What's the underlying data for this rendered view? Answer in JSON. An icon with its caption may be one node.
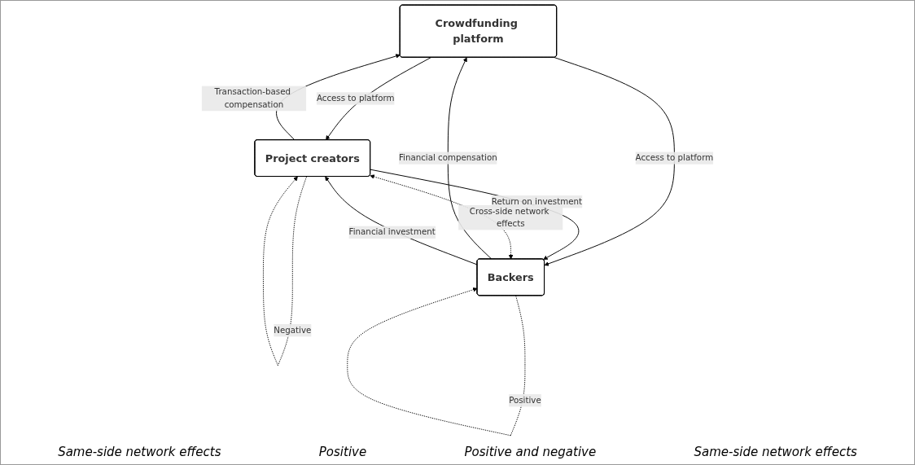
{
  "diagram": {
    "nodes": [
      {
        "text": [
          "Crowdfunding platform"
        ]
      },
      {
        "text": [
          "Project creators"
        ]
      },
      {
        "text": [
          "Backers"
        ]
      }
    ],
    "edges": [
      {
        "from": 1,
        "to": 0,
        "arrow": "to",
        "label": "Transaction-based compensation"
      },
      {
        "from": 0,
        "to": 1,
        "arrow": "to",
        "label": "Access to platform"
      },
      {
        "from": 0,
        "to": 2,
        "arrow": "to",
        "label": "Access to platform"
      },
      {
        "from": 2,
        "to": 0,
        "arrow": "to",
        "label": "Financial compensation"
      },
      {
        "from": 2,
        "to": 1,
        "arrow": "to",
        "label": "Financial investment"
      },
      {
        "from": 1,
        "to": 2,
        "arrow": "to",
        "label": "Return on investment"
      },
      {
        "from": 1,
        "to": 1,
        "arrow": "to",
        "label": "Negative",
        "style": "dashed"
      },
      {
        "from": 2,
        "to": 2,
        "arrow": "to",
        "label": "Positive",
        "style": "dashed"
      },
      {
        "from": 1,
        "to": 2,
        "arrow": "both",
        "label": "Cross-side network effects",
        "style": "dashed"
      }
    ],
    "labels": [
      "Same-side network effects",
      "Positive",
      "Positive and negative",
      "Same-side network effects"
    ]
  }
}
